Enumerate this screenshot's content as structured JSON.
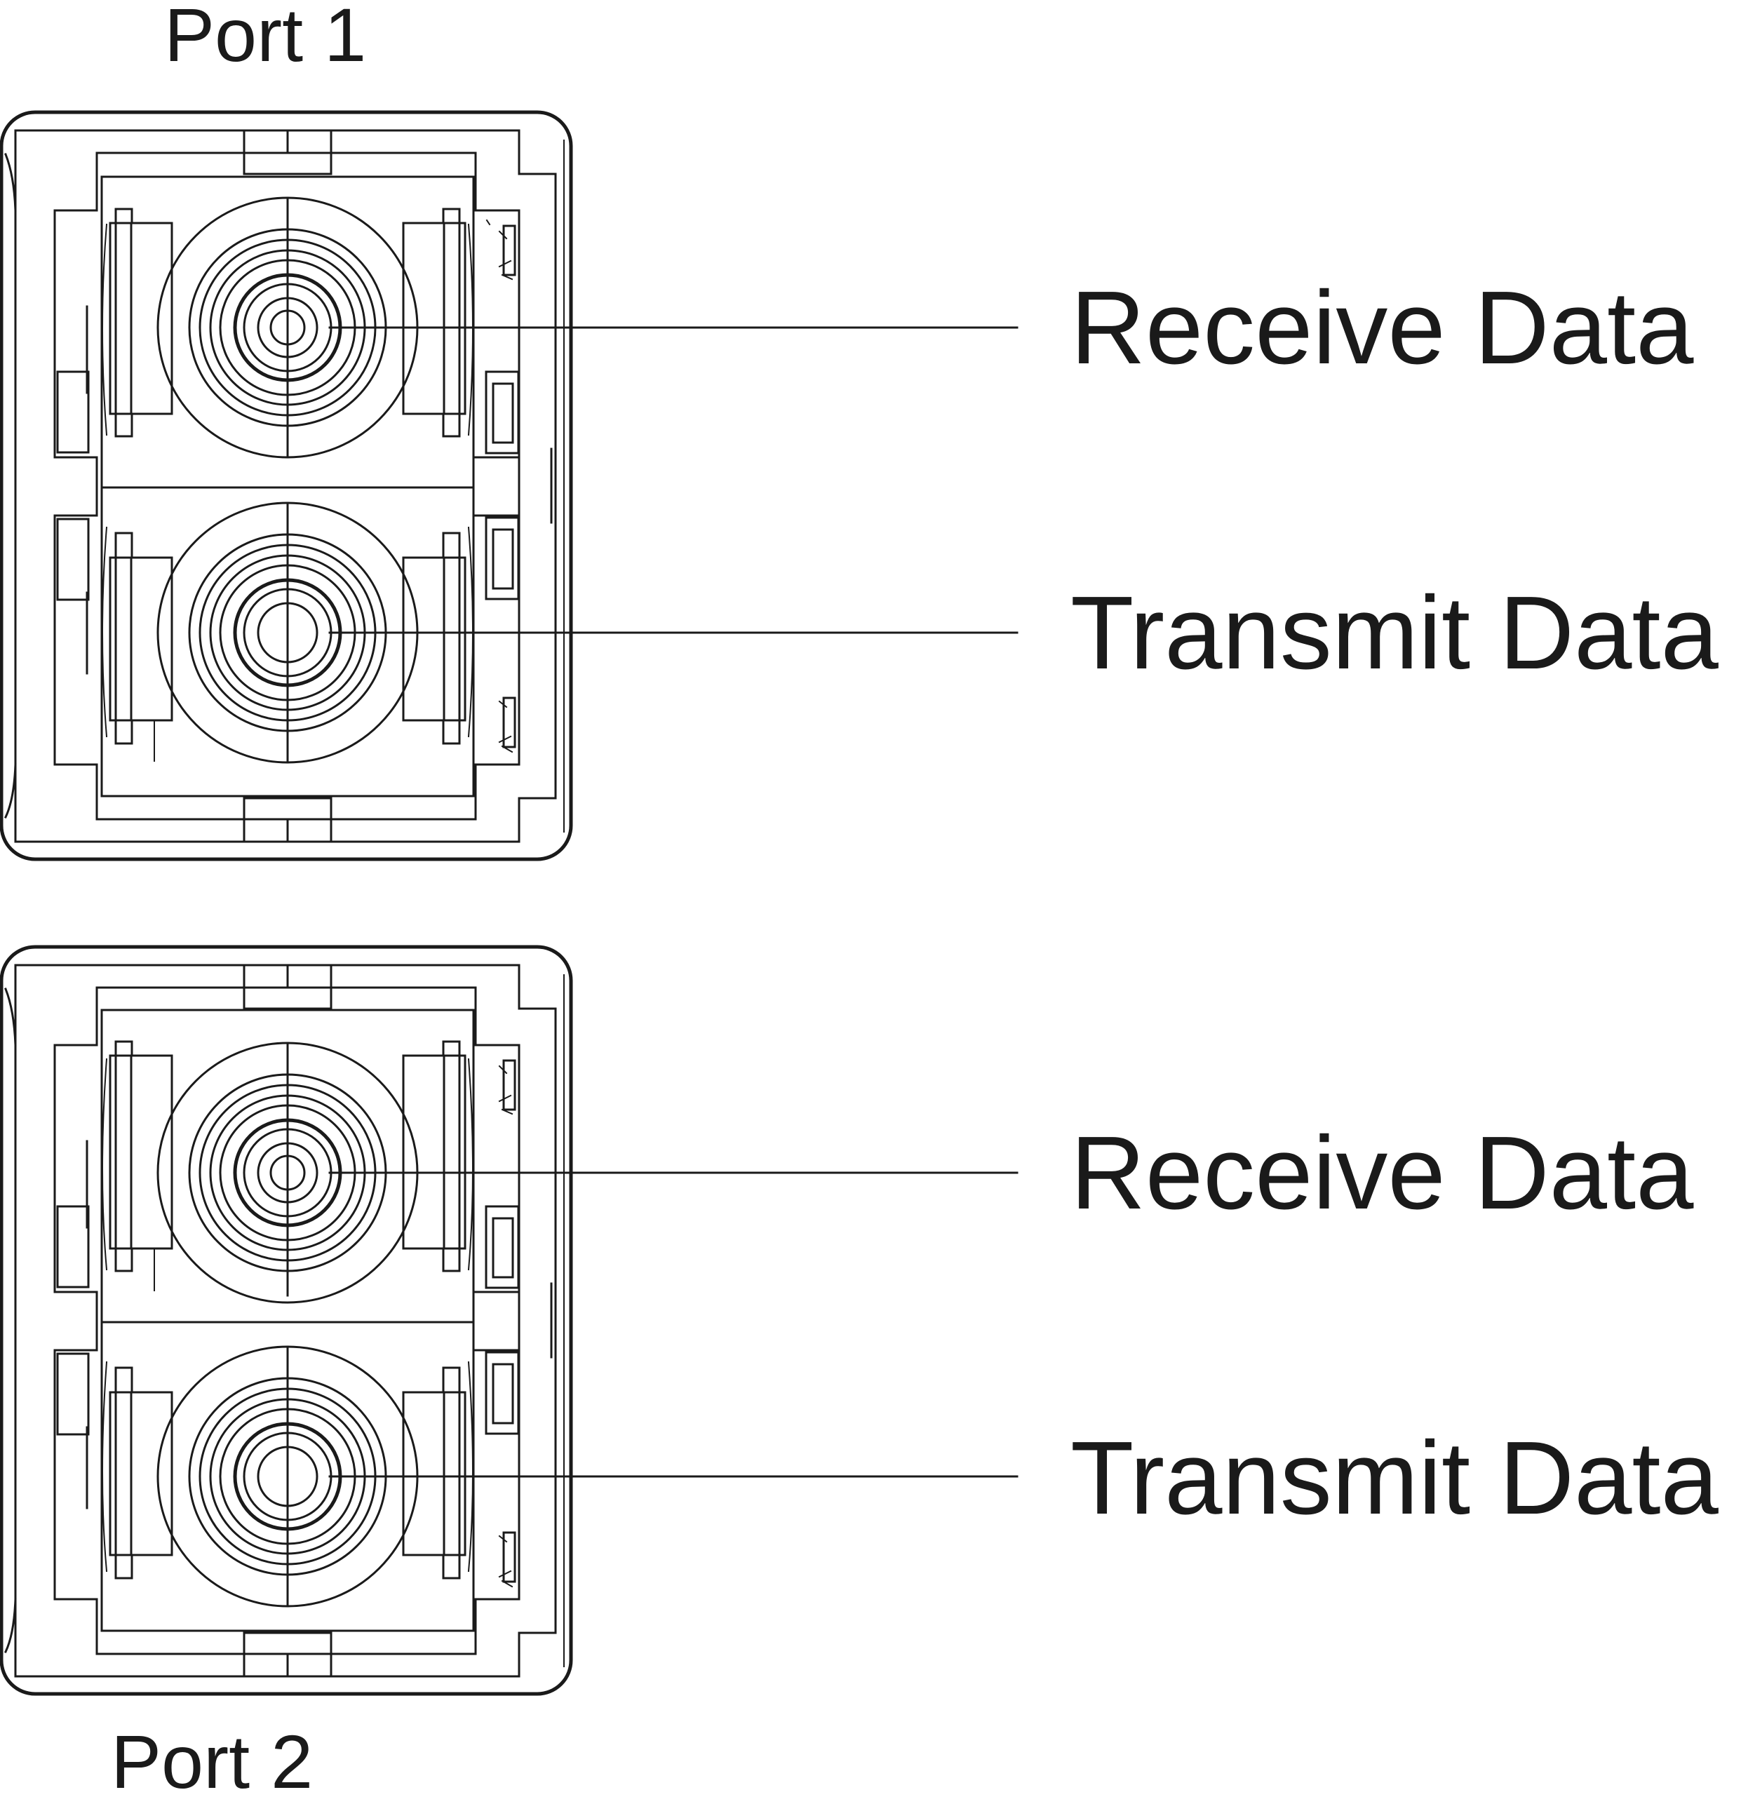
{
  "ports": [
    {
      "title": "Port 1",
      "connectors": [
        {
          "role": "receive",
          "label": "Receive Data"
        },
        {
          "role": "transmit",
          "label": "Transmit Data"
        }
      ]
    },
    {
      "title": "Port 2",
      "connectors": [
        {
          "role": "receive",
          "label": "Receive Data"
        },
        {
          "role": "transmit",
          "label": "Transmit Data"
        }
      ]
    }
  ],
  "colors": {
    "line": "#1a1a1a",
    "background": "#ffffff"
  }
}
